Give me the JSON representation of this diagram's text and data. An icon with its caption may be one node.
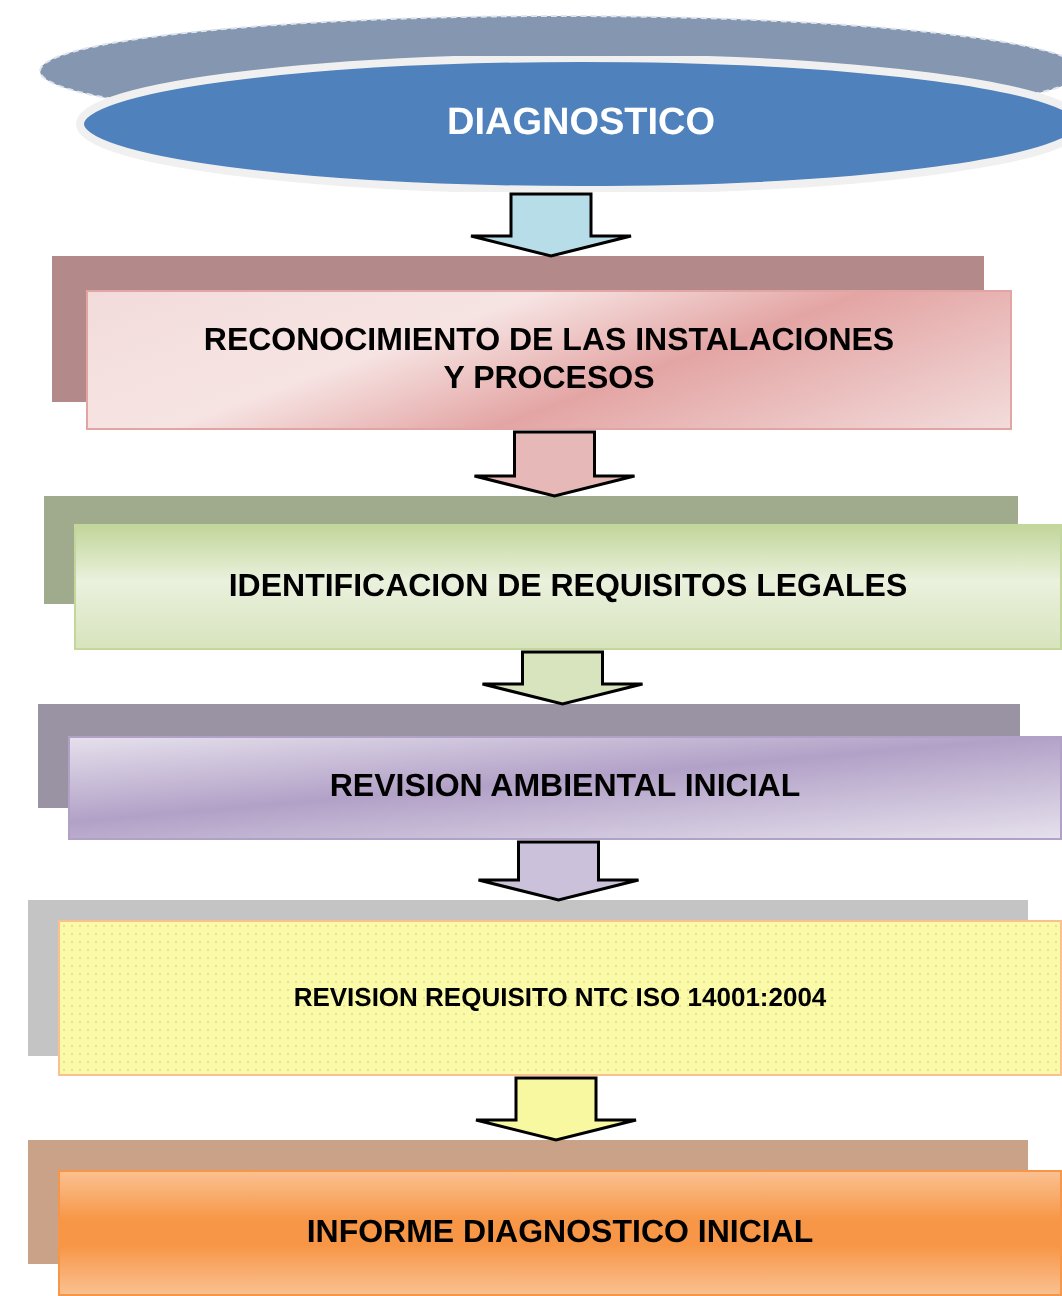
{
  "diagram": {
    "nodes": [
      {
        "text": [
          "DIAGNOSTICO"
        ]
      },
      {
        "text": [
          "RECONOCIMIENTO DE LAS INSTALACIONES Y PROCESOS"
        ]
      },
      {
        "text": [
          "IDENTIFICACION DE REQUISITOS LEGALES"
        ]
      },
      {
        "text": [
          "REVISION AMBIENTAL INICIAL"
        ]
      },
      {
        "text": [
          "REVISION REQUISITO NTC ISO 14001:2004"
        ]
      },
      {
        "text": [
          "INFORME DIAGNOSTICO INICIAL"
        ]
      }
    ],
    "edges": [
      {
        "from": 0,
        "to": 1,
        "arrow": "to",
        "color": "#b7dde8"
      },
      {
        "from": 1,
        "to": 2,
        "arrow": "to",
        "color": "#e6b8b7"
      },
      {
        "from": 2,
        "to": 3,
        "arrow": "to",
        "color": "#d7e4bd"
      },
      {
        "from": 3,
        "to": 4,
        "arrow": "to",
        "color": "#ccc1da"
      },
      {
        "from": 4,
        "to": 5,
        "arrow": "to",
        "color": "#f8f8a0"
      }
    ]
  }
}
